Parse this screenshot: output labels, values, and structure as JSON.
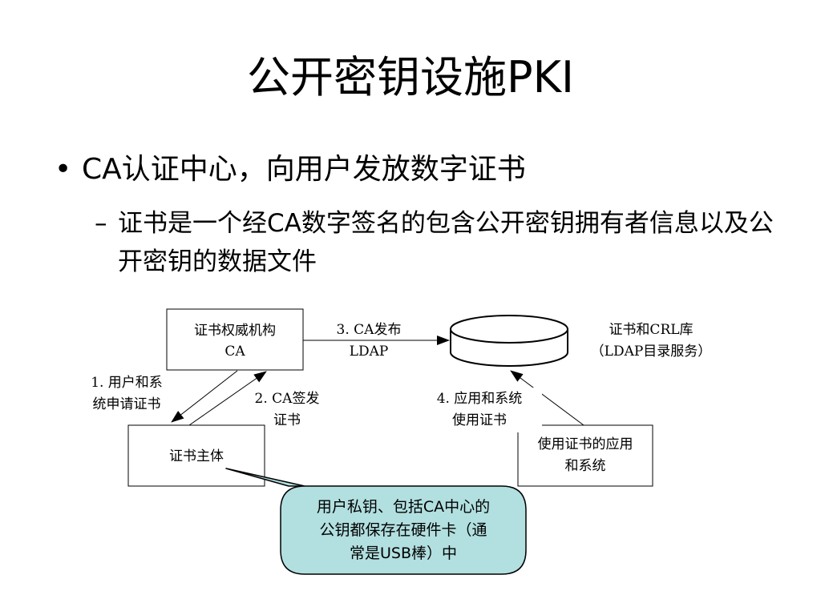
{
  "slide": {
    "title": "公开密钥设施PKI",
    "bullet": "CA认证中心，向用户发放数字证书",
    "bullet_marker": "•",
    "sub_marker": "–",
    "sub_bullet": "证书是一个经CA数字签名的包含公开密钥拥有者信息以及公开密钥的数据文件"
  },
  "diagram": {
    "ca_box": [
      "证书权威机构",
      "CA"
    ],
    "ldap_label": [
      "证书和CRL库",
      "（LDAP目录服务）"
    ],
    "subject_box": "证书主体",
    "app_box": [
      "使用证书的应用",
      "和系统"
    ],
    "edges": {
      "publish": [
        "3. CA发布",
        "LDAP"
      ],
      "apply": [
        "1. 用户和系",
        "统申请证书"
      ],
      "issue": [
        "2. CA签发",
        "证书"
      ],
      "use": [
        "4. 应用和系统",
        "使用证书"
      ]
    },
    "callout": [
      "用户私钥、包括CA中心的",
      "公钥都保存在硬件卡（通",
      "常是USB棒）中"
    ]
  },
  "colors": {
    "callout_fill": "#b2dfe0",
    "line": "#000000"
  }
}
